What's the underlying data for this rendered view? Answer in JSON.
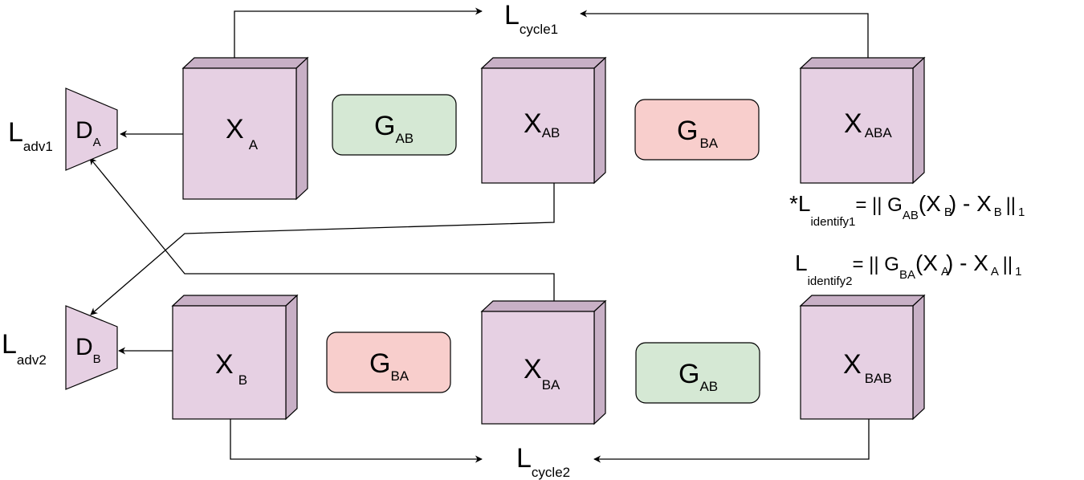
{
  "blocks": {
    "xa": {
      "main": "X",
      "sub": "A"
    },
    "xab": {
      "main": "X",
      "sub": "AB"
    },
    "xaba": {
      "main": "X",
      "sub": "ABA"
    },
    "xb": {
      "main": "X",
      "sub": "B"
    },
    "xba": {
      "main": "X",
      "sub": "BA"
    },
    "xbab": {
      "main": "X",
      "sub": "BAB"
    }
  },
  "generators": {
    "g_top_ab": {
      "main": "G",
      "sub": "AB"
    },
    "g_top_ba": {
      "main": "G",
      "sub": "BA"
    },
    "g_bot_ba": {
      "main": "G",
      "sub": "BA"
    },
    "g_bot_ab": {
      "main": "G",
      "sub": "AB"
    }
  },
  "discriminators": {
    "da": {
      "main": "D",
      "sub": "A"
    },
    "db": {
      "main": "D",
      "sub": "B"
    }
  },
  "losses": {
    "adv1": {
      "main": "L",
      "sub": "adv1"
    },
    "adv2": {
      "main": "L",
      "sub": "adv2"
    },
    "cycle1": {
      "main": "L",
      "sub": "cycle1"
    },
    "cycle2": {
      "main": "L",
      "sub": "cycle2"
    }
  },
  "identity": {
    "eq1": {
      "prefix": "*L",
      "sub": "identify1",
      "rhs": "= || G",
      "g_sub": "AB",
      "mid": "(X",
      "x_sub": "B",
      "tail": ") - X",
      "x2_sub": "B",
      "norm": "||",
      "norm_sub": "1"
    },
    "eq2": {
      "prefix": "L",
      "sub": "identify2",
      "rhs": "= || G",
      "g_sub": "BA",
      "mid": "(X",
      "x_sub": "A",
      "tail": ") - X",
      "x2_sub": "A",
      "norm": "||",
      "norm_sub": "1"
    }
  },
  "colors": {
    "block_face": "#e6d0e3",
    "block_side": "#c8b0c6",
    "gen_ab": "#d5e8d4",
    "gen_ba": "#f8cecc",
    "stroke": "#000000"
  }
}
